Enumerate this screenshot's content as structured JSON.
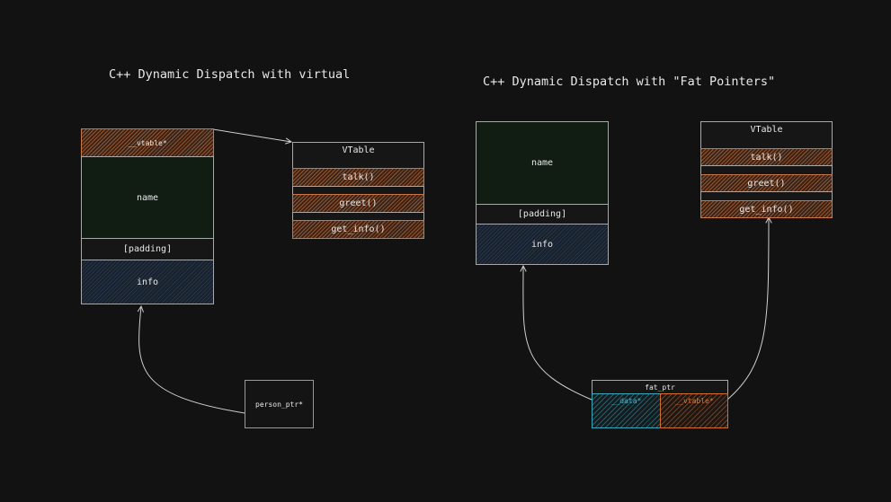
{
  "left": {
    "title": "C++ Dynamic Dispatch with virtual",
    "object": {
      "vtable_ptr": "__vtable*",
      "name": "name",
      "padding": "[padding]",
      "info": "info"
    },
    "vtable": {
      "header": "VTable",
      "methods": [
        "talk()",
        "greet()",
        "get_info()"
      ]
    },
    "pointer": "person_ptr*"
  },
  "right": {
    "title": "C++ Dynamic Dispatch with \"Fat Pointers\"",
    "object": {
      "name": "name",
      "padding": "[padding]",
      "info": "info"
    },
    "vtable": {
      "header": "VTable",
      "methods": [
        "talk()",
        "greet()",
        "get_info()"
      ]
    },
    "fat_ptr": {
      "header": "fat_ptr",
      "data": "__data*",
      "vtable": "__vtable*"
    }
  },
  "colors": {
    "background": "#121212",
    "stroke": "#a8a8a8",
    "method_orange": "#c9764a",
    "data_cyan": "#3aa7b8",
    "vtable_orange": "#d27030"
  }
}
